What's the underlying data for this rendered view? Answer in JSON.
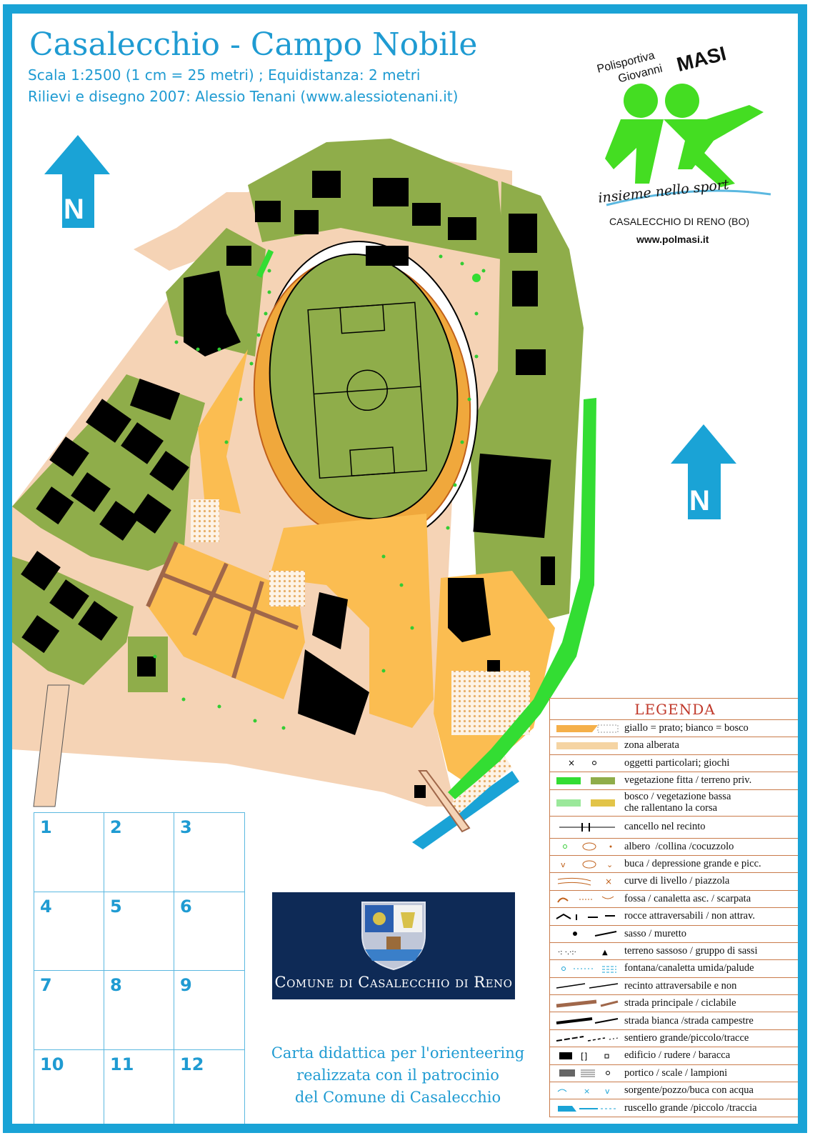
{
  "header": {
    "title": "Casalecchio - Campo Nobile",
    "scale_line": "Scala  1:2500 (1 cm = 25 metri) ; Equidistanza: 2 metri",
    "survey_line": "Rilievi e disegno 2007: Alessio Tenani (www.alessiotenani.it)"
  },
  "logo": {
    "line1": "Polisportiva",
    "line2": "Giovanni",
    "name": "MASI",
    "slogan": "insieme nello sport",
    "city": "CASALECCHIO DI RENO (BO)",
    "website": "www.polmasi.it"
  },
  "north_arrow_label": "N",
  "legend": {
    "title": "LEGENDA",
    "items": [
      {
        "label": "giallo = prato; bianco = bosco"
      },
      {
        "label": "zona alberata"
      },
      {
        "label": "oggetti particolari; giochi"
      },
      {
        "label": "vegetazione fitta / terreno priv."
      },
      {
        "label": "bosco / vegetazione bassa\nche rallentano la corsa"
      },
      {
        "label": "cancello nel recinto"
      },
      {
        "label": "albero  /collina /cocuzzolo"
      },
      {
        "label": "buca / depressione grande e picc."
      },
      {
        "label": "curve di livello / piazzola"
      },
      {
        "label": "fossa / canaletta asc. / scarpata"
      },
      {
        "label": "rocce attraversabili / non attrav."
      },
      {
        "label": "sasso / muretto"
      },
      {
        "label": "terreno sassoso / gruppo di sassi"
      },
      {
        "label": "fontana/canaletta umida/palude"
      },
      {
        "label": "recinto attraversabile e non"
      },
      {
        "label": "strada principale / ciclabile"
      },
      {
        "label": "strada bianca /strada campestre"
      },
      {
        "label": "sentiero grande/piccolo/tracce"
      },
      {
        "label": "edificio / rudere / baracca"
      },
      {
        "label": "portico / scale / lampioni"
      },
      {
        "label": "sorgente/pozzo/buca con acqua"
      },
      {
        "label": "ruscello grande /piccolo /traccia"
      }
    ]
  },
  "grid_numbers": [
    "1",
    "2",
    "3",
    "4",
    "5",
    "6",
    "7",
    "8",
    "9",
    "10",
    "11",
    "12"
  ],
  "comune": {
    "name": "Comune di Casalecchio di Reno"
  },
  "caption": {
    "line1": "Carta didattica per l'orienteering",
    "line2": "realizzata con il patrocinio",
    "line3": "del Comune di Casalecchio"
  },
  "colors": {
    "frame": "#1aa3d6",
    "private_green": "#8fad4a",
    "road": "#f5d3b5",
    "field": "#fbbd51",
    "dense_veg": "#33cc33",
    "building": "#000000"
  }
}
